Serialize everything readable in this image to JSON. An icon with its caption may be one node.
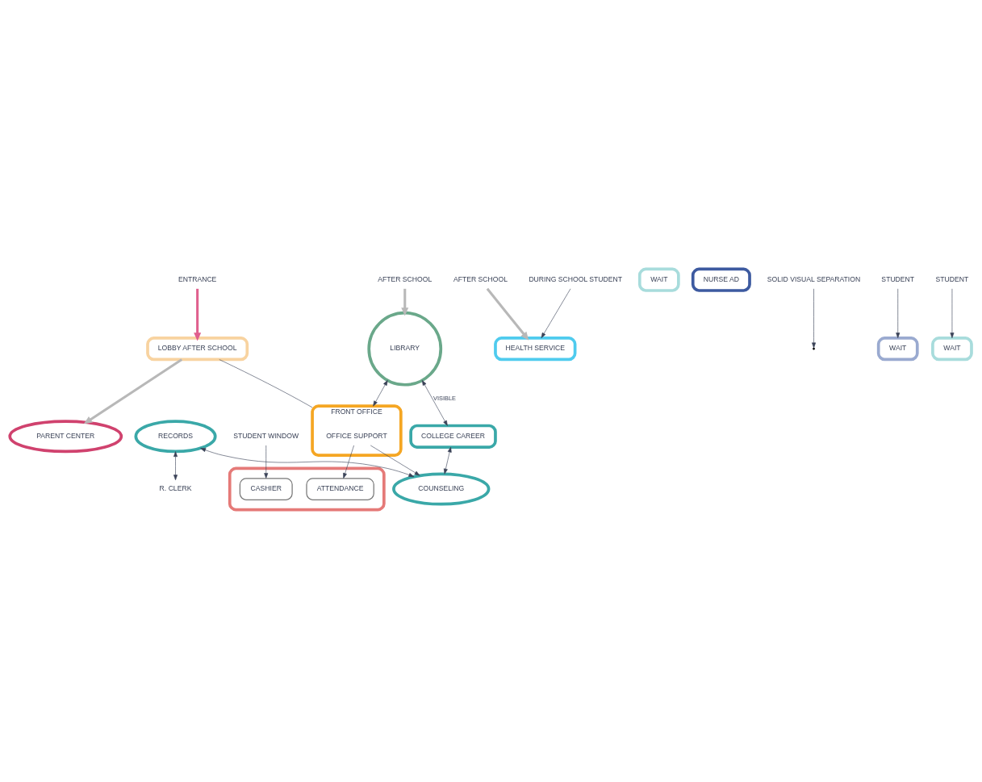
{
  "diagram": {
    "nodes": [
      {
        "text": [
          "ENTRANCE"
        ]
      },
      {
        "text": [
          "AFTER SCHOOL"
        ]
      },
      {
        "text": [
          "PARENT CENTER"
        ]
      },
      {
        "text": [
          "LOBBY AFTER SCHOOL"
        ]
      },
      {
        "text": [
          "AFTER SCHOOL"
        ]
      },
      {
        "text": [
          "HEALTH SERVICE"
        ]
      },
      {
        "text": [
          "LIBRARY"
        ]
      },
      {
        "text": [
          "FRONT OFFICE"
        ]
      },
      {
        "text": [
          "OFFICE SUPPORT"
        ],
        "in": 7
      },
      {
        "text": [
          "WAIT"
        ]
      },
      {
        "text": [
          "RECORDS"
        ]
      },
      {
        "text": [
          "R. CLERK"
        ]
      },
      {
        "text": [
          "COLLEGE CAREER"
        ]
      },
      {
        "text": [
          "COUNSELING"
        ]
      },
      {
        "text": [
          "NURSE AD"
        ]
      },
      {
        "text": [
          "DURING SCHOOL STUDENT"
        ]
      },
      {
        "text": [
          "SOLID VISUAL SEPARATION"
        ]
      },
      {
        "text": [
          "WAIT"
        ]
      },
      {
        "text": [],
        "shape": "box"
      },
      {
        "text": [
          "ATTENDANCE"
        ],
        "in": 18
      },
      {
        "text": [
          "CASHIER"
        ],
        "in": 18
      },
      {
        "text": [
          "WAIT"
        ]
      },
      {
        "text": [
          "STUDENT"
        ]
      },
      {
        "text": [
          "STUDENT WINDOW"
        ]
      },
      {
        "text": [
          "STUDENT"
        ]
      }
    ],
    "edges": [
      {
        "from": 0,
        "to": 3,
        "arrow": "to",
        "style": "thick",
        "color": "#e0608e"
      },
      {
        "from": 1,
        "to": 6,
        "arrow": "to",
        "style": "thick",
        "color": "#b8b8b8"
      },
      {
        "from": 3,
        "to": 2,
        "arrow": "to",
        "style": "thick",
        "color": "#b8b8b8"
      },
      {
        "from": 3,
        "to": 7,
        "arrow": "none"
      },
      {
        "from": 4,
        "to": 5,
        "arrow": "to",
        "style": "thick",
        "color": "#b8b8b8"
      },
      {
        "from": 6,
        "to": 7,
        "arrow": "both"
      },
      {
        "from": 6,
        "to": 12,
        "arrow": "both",
        "label": "VISIBLE"
      },
      {
        "from": 10,
        "to": 11,
        "arrow": "both"
      },
      {
        "from": 10,
        "to": 13,
        "arrow": "both"
      },
      {
        "from": 12,
        "to": 13,
        "arrow": "both"
      },
      {
        "from": 8,
        "to": 13,
        "arrow": "to"
      },
      {
        "from": 8,
        "to": 19,
        "arrow": "to"
      },
      {
        "from": 15,
        "to": 5,
        "arrow": "to"
      },
      {
        "from": 16,
        "to": null,
        "arrow": "to"
      },
      {
        "from": 22,
        "to": 21,
        "arrow": "to"
      },
      {
        "from": 23,
        "to": 20,
        "arrow": "to"
      },
      {
        "from": 24,
        "to": 17,
        "arrow": "to"
      }
    ]
  }
}
